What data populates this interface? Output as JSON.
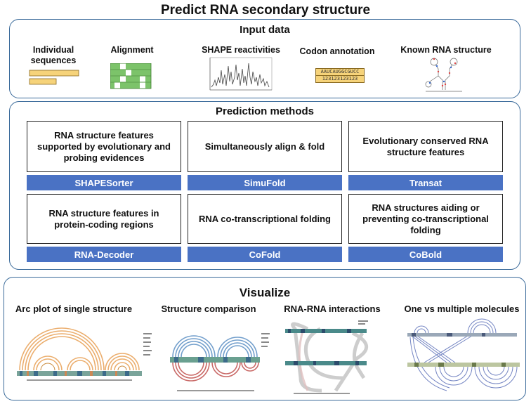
{
  "main_title": "Predict RNA secondary structure",
  "input": {
    "title": "Input data",
    "items": [
      {
        "label": "Individual sequences"
      },
      {
        "label": "Alignment"
      },
      {
        "label": "SHAPE reactivities"
      },
      {
        "label": "Codon annotation",
        "seq": "AAUCAUGGCGUCC",
        "codons": "123123123123"
      },
      {
        "label": "Known RNA structure"
      }
    ]
  },
  "methods": {
    "title": "Prediction methods",
    "cells": [
      {
        "desc": "RNA structure features supported by evolutionary and probing evidences",
        "tool": "SHAPESorter"
      },
      {
        "desc": "Simultaneously align & fold",
        "tool": "SimuFold"
      },
      {
        "desc": "Evolutionary conserved RNA structure features",
        "tool": "Transat"
      },
      {
        "desc": "RNA structure features in protein-coding regions",
        "tool": "RNA-Decoder"
      },
      {
        "desc": "RNA co-transcriptional folding",
        "tool": "CoFold"
      },
      {
        "desc": "RNA structures aiding or preventing co-transcriptional folding",
        "tool": "CoBold"
      }
    ]
  },
  "visualize": {
    "title": "Visualize",
    "items": [
      {
        "label": "Arc plot of single structure"
      },
      {
        "label": "Structure comparison"
      },
      {
        "label": "RNA-RNA interactions"
      },
      {
        "label": "One vs multiple molecules"
      }
    ]
  },
  "colors": {
    "frame": "#3a6a9a",
    "tool_bar": "#4a72c4",
    "seq_bar": "#f6d37a",
    "align_green": "#7cc36a",
    "arc_orange": "#e8a055",
    "arc_blue": "#5b8fc4",
    "arc_red": "#c0504d"
  }
}
